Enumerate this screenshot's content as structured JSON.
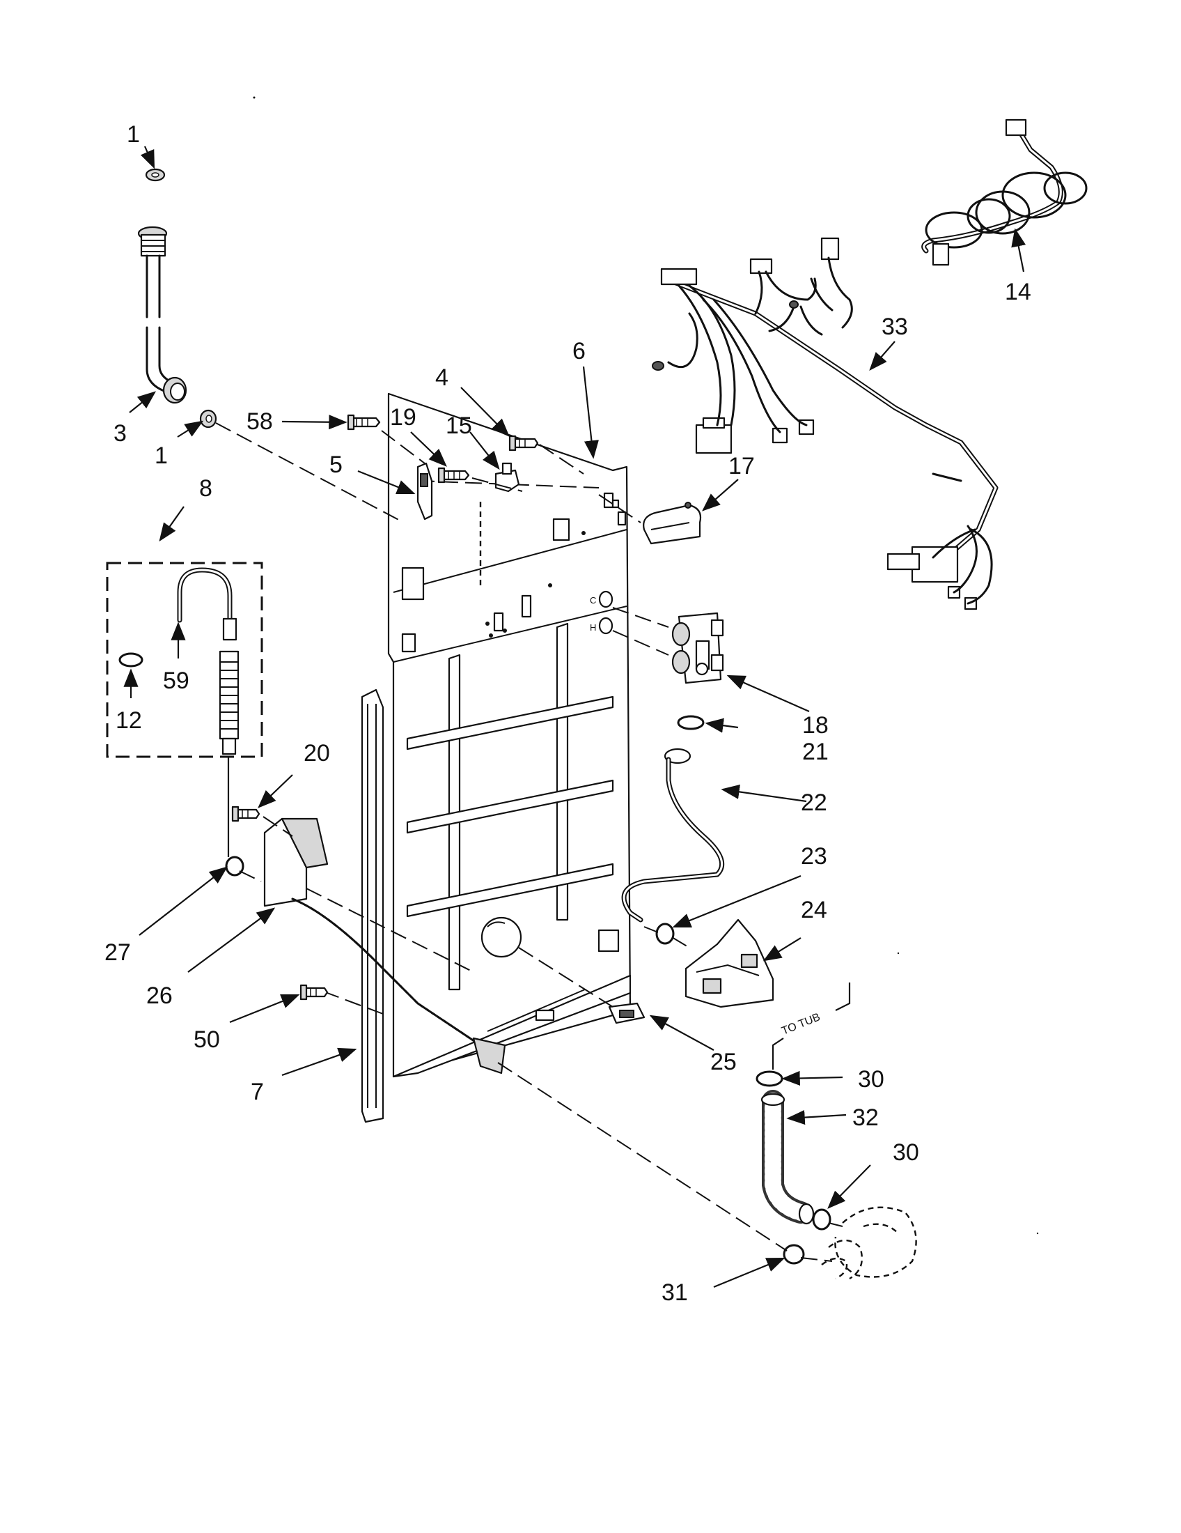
{
  "callouts": {
    "c1a": "1",
    "c1b": "1",
    "c3": "3",
    "c4": "4",
    "c5": "5",
    "c6": "6",
    "c7": "7",
    "c8": "8",
    "c12": "12",
    "c14": "14",
    "c15": "15",
    "c17": "17",
    "c18": "18",
    "c19": "19",
    "c20": "20",
    "c21": "21",
    "c22": "22",
    "c23": "23",
    "c24": "24",
    "c25": "25",
    "c26": "26",
    "c27": "27",
    "c30a": "30",
    "c30b": "30",
    "c31": "31",
    "c32": "32",
    "c33": "33",
    "c50": "50",
    "c58": "58",
    "c59": "59"
  },
  "labels": {
    "to_tub": "TO TUB",
    "valve_c": "C",
    "valve_h": "H"
  }
}
